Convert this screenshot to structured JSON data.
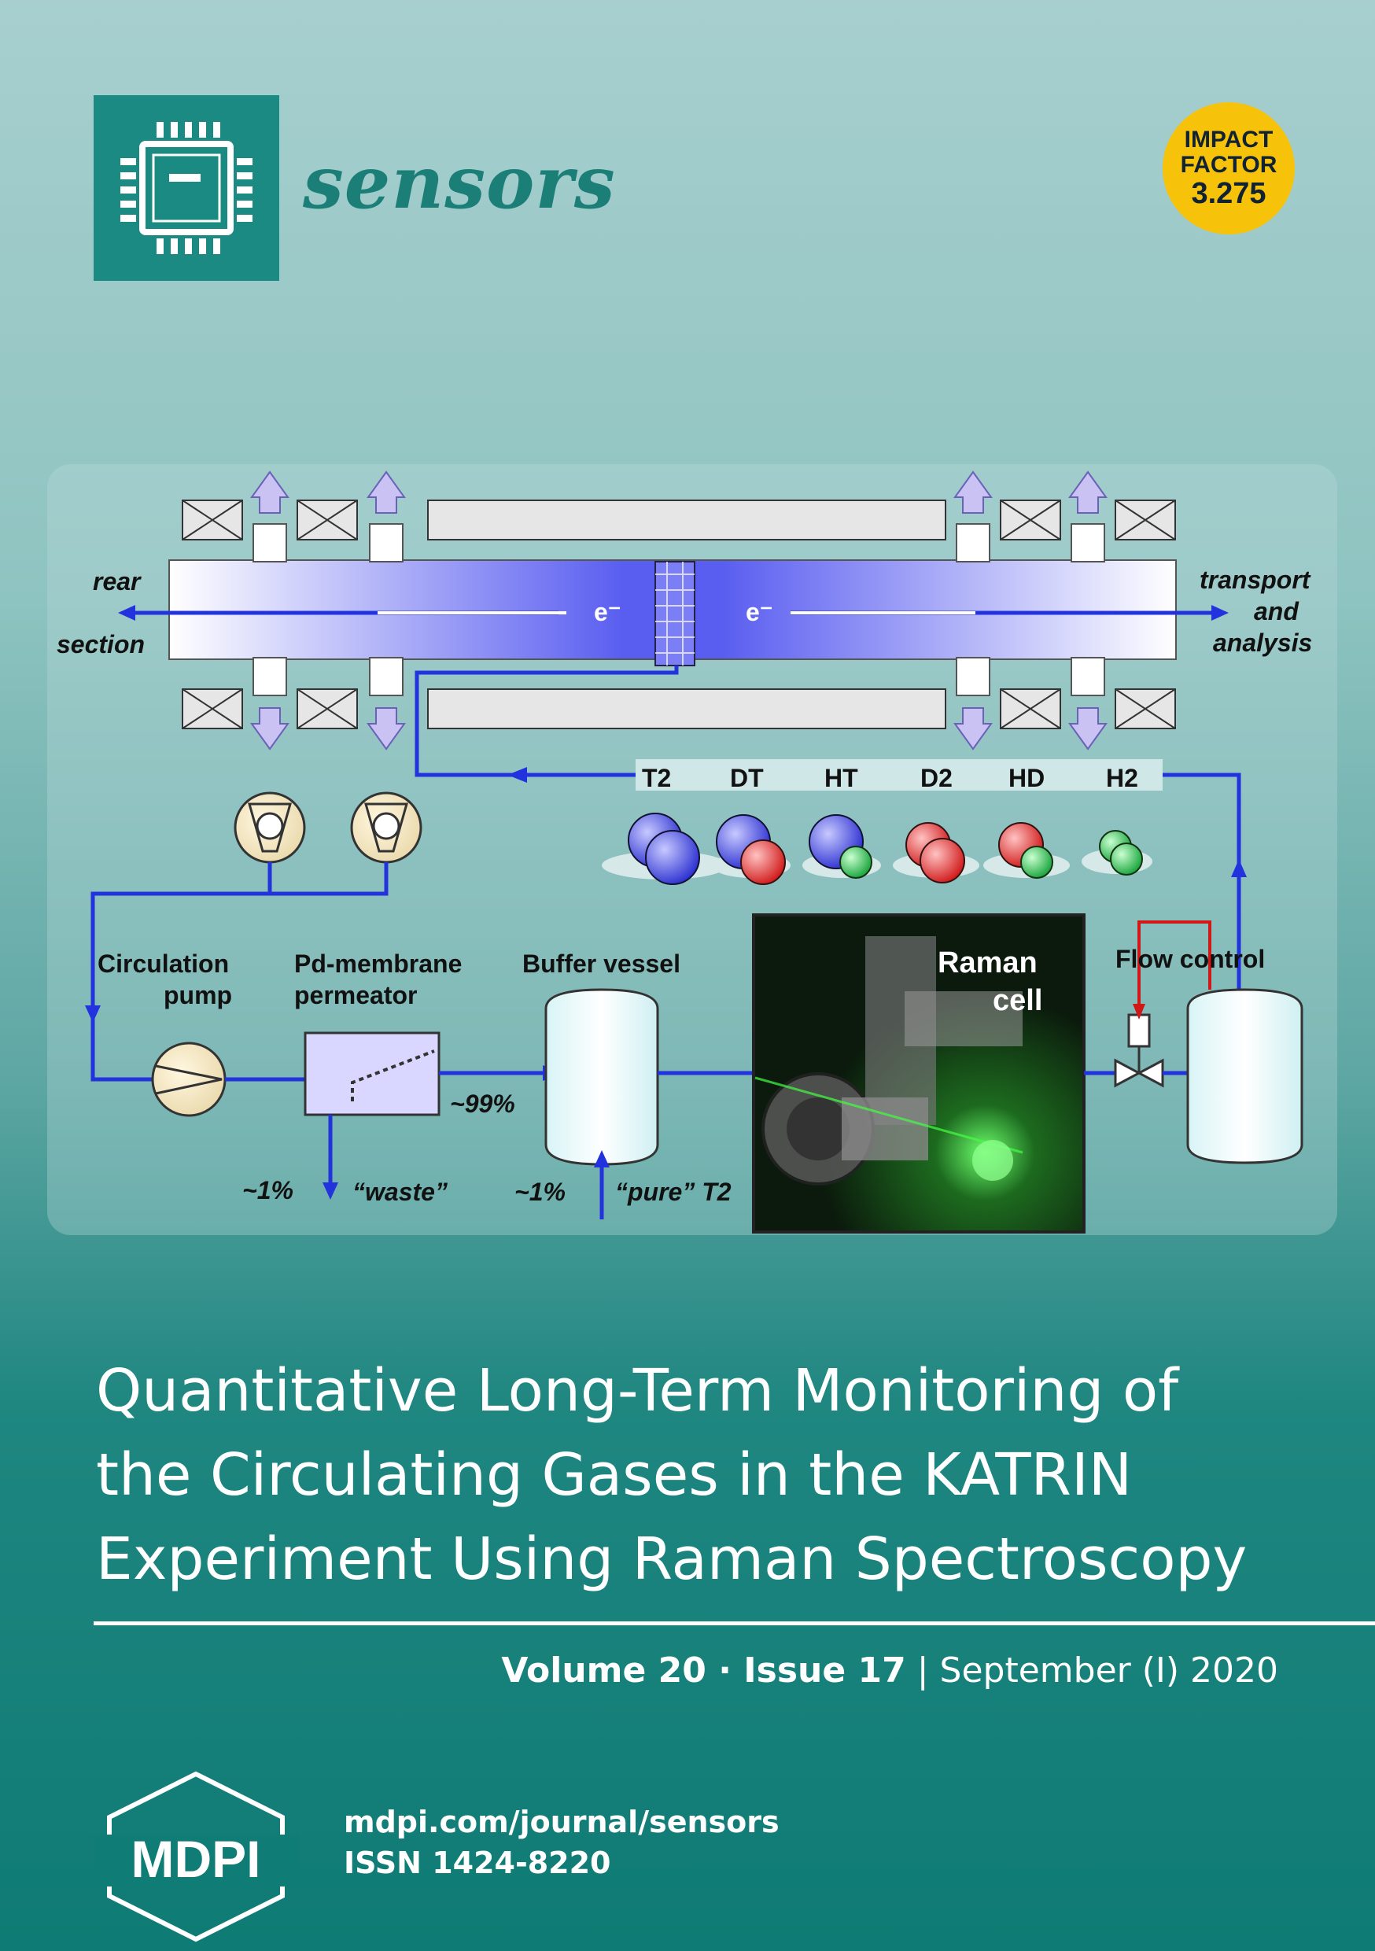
{
  "journal": {
    "name": "sensors"
  },
  "impact_factor": {
    "line1": "IMPACT",
    "line2": "FACTOR",
    "value": "3.275"
  },
  "diagram": {
    "rear_section": [
      "rear",
      "section"
    ],
    "transport_analysis": [
      "transport",
      "and",
      "analysis"
    ],
    "electron": "e⁻",
    "gases": [
      "T2",
      "DT",
      "HT",
      "D2",
      "HD",
      "H2"
    ],
    "circulation_pump": [
      "Circulation",
      "pump"
    ],
    "permeator": [
      "Pd-membrane",
      "permeator"
    ],
    "buffer_vessel": "Buffer vessel",
    "raman_cell": [
      "Raman",
      "cell"
    ],
    "flow_control": "Flow control",
    "pct_99": "~99%",
    "pct_1_waste": "~1%",
    "waste": "“waste”",
    "pct_1_pure": "~1%",
    "pure_t2": "“pure” T2"
  },
  "article_title": [
    "Quantitative Long-Term Monitoring of",
    "the Circulating Gases in the KATRIN",
    "Experiment Using Raman Spectroscopy"
  ],
  "issue": {
    "volume": "Volume 20",
    "sep": " · ",
    "number": "Issue 17",
    "bar": " | ",
    "date": "September (I) 2020"
  },
  "publisher": {
    "logo": "MDPI",
    "url": "mdpi.com/journal/sensors",
    "issn": "ISSN 1424-8220"
  }
}
